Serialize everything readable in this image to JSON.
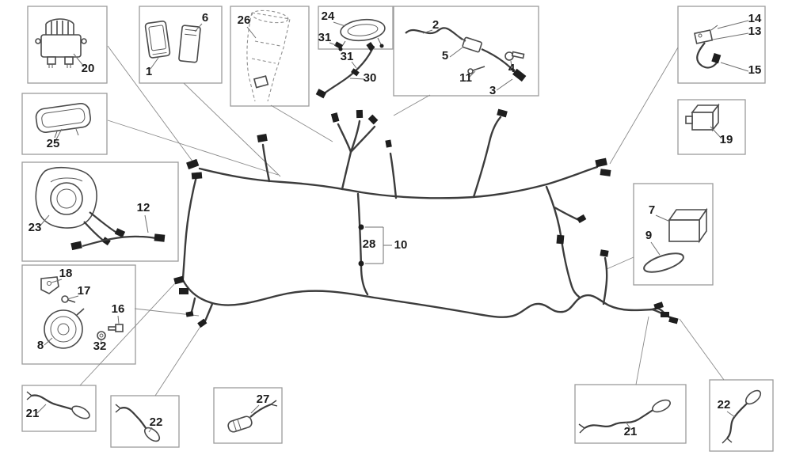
{
  "diagram": {
    "background_color": "#ffffff",
    "harness_color": "#3c3c3c",
    "box_border_color": "#9b9b9b",
    "callout_text_color": "#1c1c1c",
    "callouts": [
      {
        "id": "c20",
        "text": "20"
      },
      {
        "id": "c1",
        "text": "1"
      },
      {
        "id": "c6",
        "text": "6"
      },
      {
        "id": "c26",
        "text": "26"
      },
      {
        "id": "c24",
        "text": "24"
      },
      {
        "id": "c31a",
        "text": "31"
      },
      {
        "id": "c31b",
        "text": "31"
      },
      {
        "id": "c30",
        "text": "30"
      },
      {
        "id": "c2",
        "text": "2"
      },
      {
        "id": "c5",
        "text": "5"
      },
      {
        "id": "c11",
        "text": "11"
      },
      {
        "id": "c4",
        "text": "4"
      },
      {
        "id": "c3",
        "text": "3"
      },
      {
        "id": "c14",
        "text": "14"
      },
      {
        "id": "c13",
        "text": "13"
      },
      {
        "id": "c15",
        "text": "15"
      },
      {
        "id": "c19",
        "text": "19"
      },
      {
        "id": "c25",
        "text": "25"
      },
      {
        "id": "c23",
        "text": "23"
      },
      {
        "id": "c12",
        "text": "12"
      },
      {
        "id": "c7",
        "text": "7"
      },
      {
        "id": "c9",
        "text": "9"
      },
      {
        "id": "c28",
        "text": "28"
      },
      {
        "id": "c10",
        "text": "10"
      },
      {
        "id": "c18",
        "text": "18"
      },
      {
        "id": "c17",
        "text": "17"
      },
      {
        "id": "c16",
        "text": "16"
      },
      {
        "id": "c8",
        "text": "8"
      },
      {
        "id": "c32",
        "text": "32"
      },
      {
        "id": "c21a",
        "text": "21"
      },
      {
        "id": "c22a",
        "text": "22"
      },
      {
        "id": "c27",
        "text": "27"
      },
      {
        "id": "c21b",
        "text": "21"
      },
      {
        "id": "c22b",
        "text": "22"
      }
    ]
  }
}
